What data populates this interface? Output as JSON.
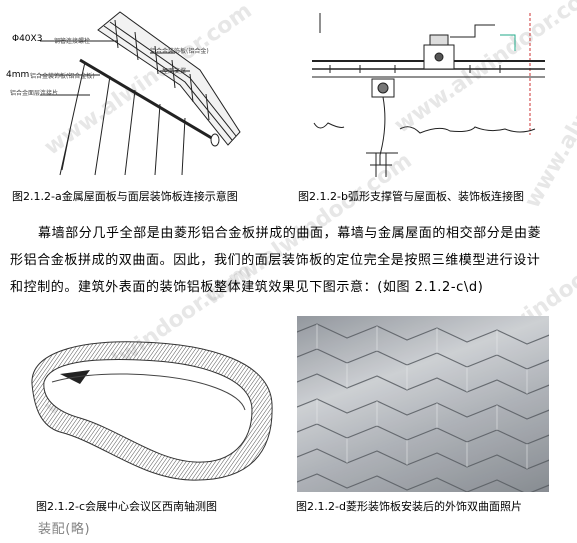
{
  "figures": {
    "fig_a": {
      "caption": "图2.1.2-a金属屋面板与面层装饰板连接示意图",
      "labels": {
        "pipe": "Φ40X3",
        "plate": "4mm",
        "notes": [
          "钢管连接螺栓",
          "铝合金装饰板(铝合金板)",
          "铝合金面层连接片",
          "铝合金装饰板(铝合金)",
          "屋面支撑"
        ]
      }
    },
    "fig_b": {
      "caption": "图2.1.2-b弧形支撑管与屋面板、装饰板连接图"
    },
    "fig_c": {
      "caption": "图2.1.2-c会展中心会议区西南轴测图"
    },
    "fig_d": {
      "caption": "图2.1.2-d菱形装饰板安装后的外饰双曲面照片"
    }
  },
  "body": {
    "line1": "幕墙部分几乎全部是由菱形铝合金板拼成的曲面，幕墙与金属屋面的相交部分是由菱",
    "line2": "形铝合金板拼成的双曲面。因此，我们的面层装饰板的定位完全是按照三维模型进行设计",
    "line3": "和控制的。建筑外表面的装饰铝板整体建筑效果见下图示意：(如图 2.1.2-c\\d)",
    "line4": "装配(略)"
  },
  "watermarks": [
    "www.alwindoor.com",
    "www.alwindoor.com",
    "www.alwindoor.com",
    "www.alwindoor.com",
    "www.alwindoor.com",
    "www.alwindoor.com"
  ]
}
